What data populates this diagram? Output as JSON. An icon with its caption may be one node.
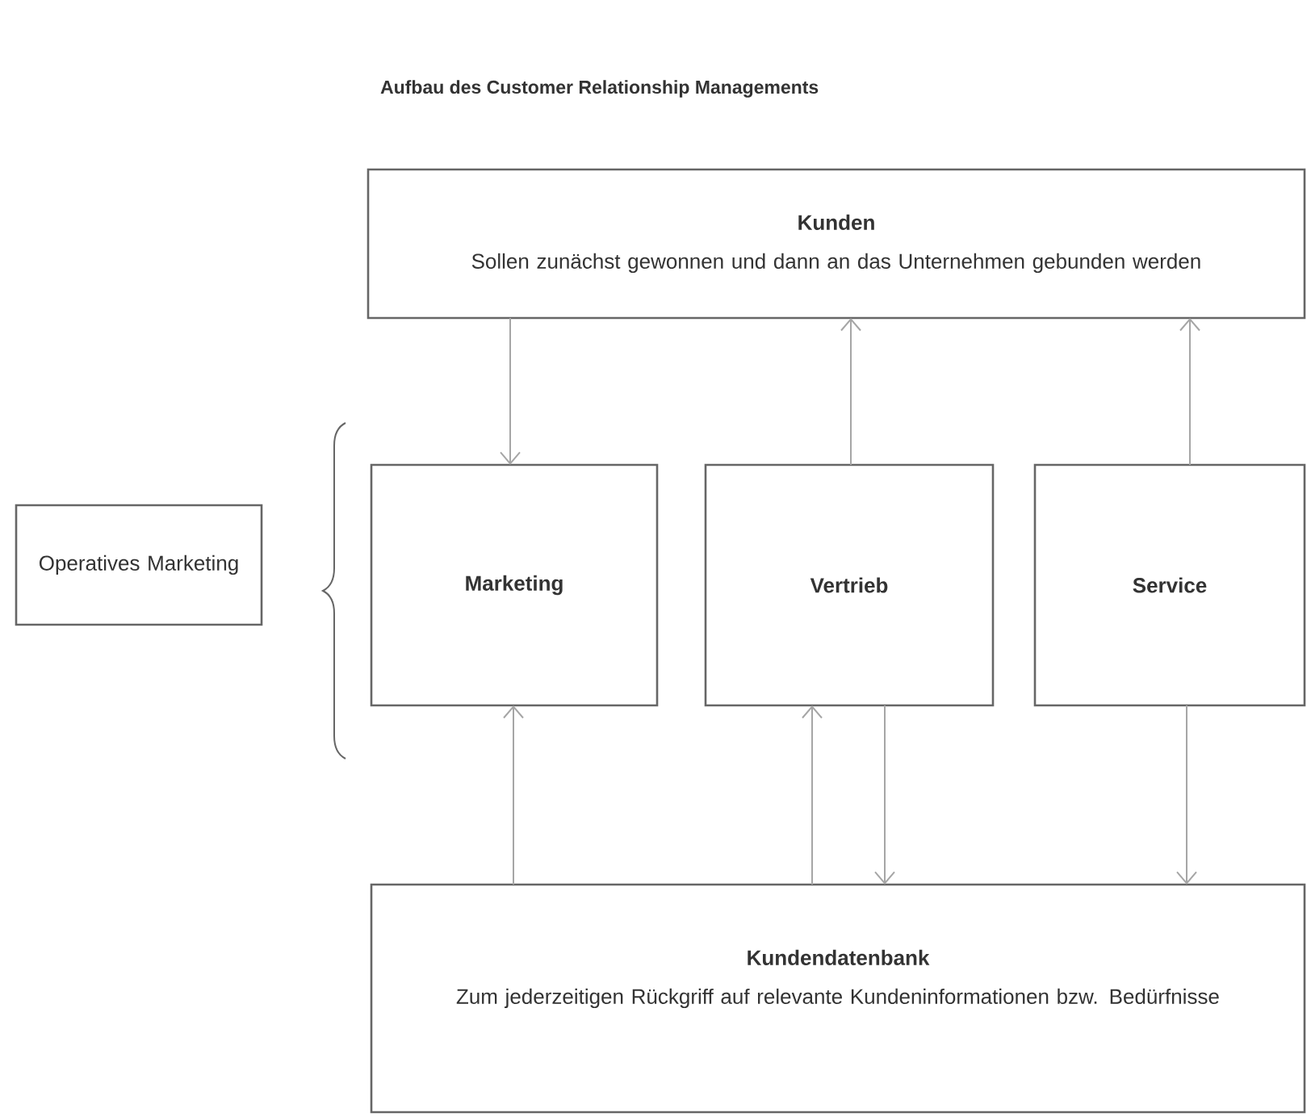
{
  "diagram": {
    "title": "Aufbau des Customer Relationship Managements",
    "nodes": [
      {
        "text": [
          "Kunden",
          "Sollen zunächst gewonnen und dann an das Unternehmen gebunden werden"
        ]
      },
      {
        "text": [
          "Operatives Marketing"
        ]
      },
      {
        "text": [
          "Marketing"
        ]
      },
      {
        "text": [
          "Vertrieb"
        ]
      },
      {
        "text": [
          "Service"
        ]
      },
      {
        "text": [
          "Kundendatenbank",
          "Zum jederzeitigen Rückgriff auf relevante Kundeninformationen bzw. Bedürfnisse"
        ]
      }
    ],
    "edges": [
      {
        "from": 0,
        "to": 2,
        "arrow": "to"
      },
      {
        "from": 3,
        "to": 0,
        "arrow": "to"
      },
      {
        "from": 4,
        "to": 0,
        "arrow": "to"
      },
      {
        "from": 5,
        "to": 2,
        "arrow": "to"
      },
      {
        "from": 5,
        "to": 3,
        "arrow": "to"
      },
      {
        "from": 3,
        "to": 5,
        "arrow": "to"
      },
      {
        "from": 4,
        "to": 5,
        "arrow": "to"
      }
    ]
  }
}
